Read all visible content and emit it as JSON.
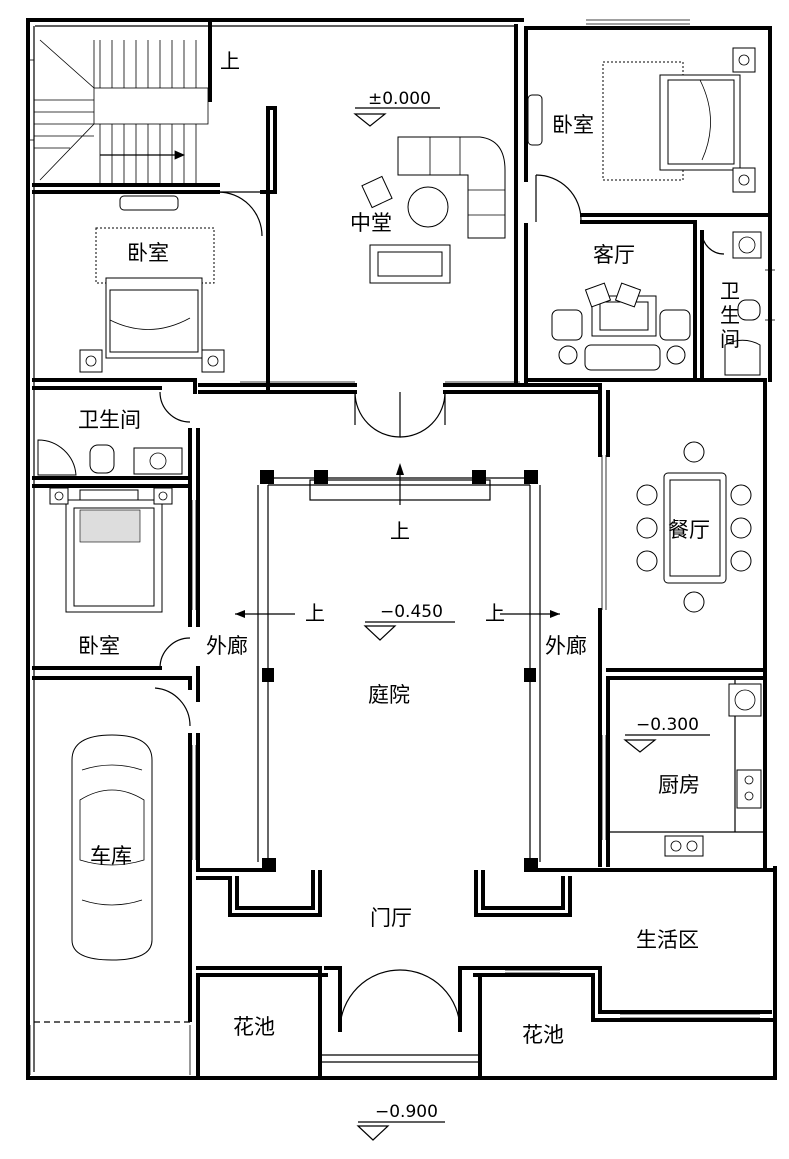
{
  "rooms": {
    "bedroom_nw": "卧室",
    "bedroom_ne": "卧室",
    "bedroom_w": "卧室",
    "central_hall": "中堂",
    "living_room": "客厅",
    "bathroom_e": "卫生间",
    "bathroom_w": "卫生间",
    "dining_room": "餐厅",
    "corridor_w": "外廊",
    "corridor_e": "外廊",
    "courtyard": "庭院",
    "kitchen": "厨房",
    "garage": "车库",
    "entrance_hall": "门厅",
    "living_area": "生活区",
    "flower_bed_w": "花池",
    "flower_bed_e": "花池"
  },
  "levels": {
    "hall": "±0.000",
    "courtyard": "−0.450",
    "kitchen": "−0.300",
    "ground": "−0.900"
  },
  "stairs": {
    "up_main": "上",
    "up_court_n": "上",
    "up_court_w": "上",
    "up_court_e": "上"
  }
}
